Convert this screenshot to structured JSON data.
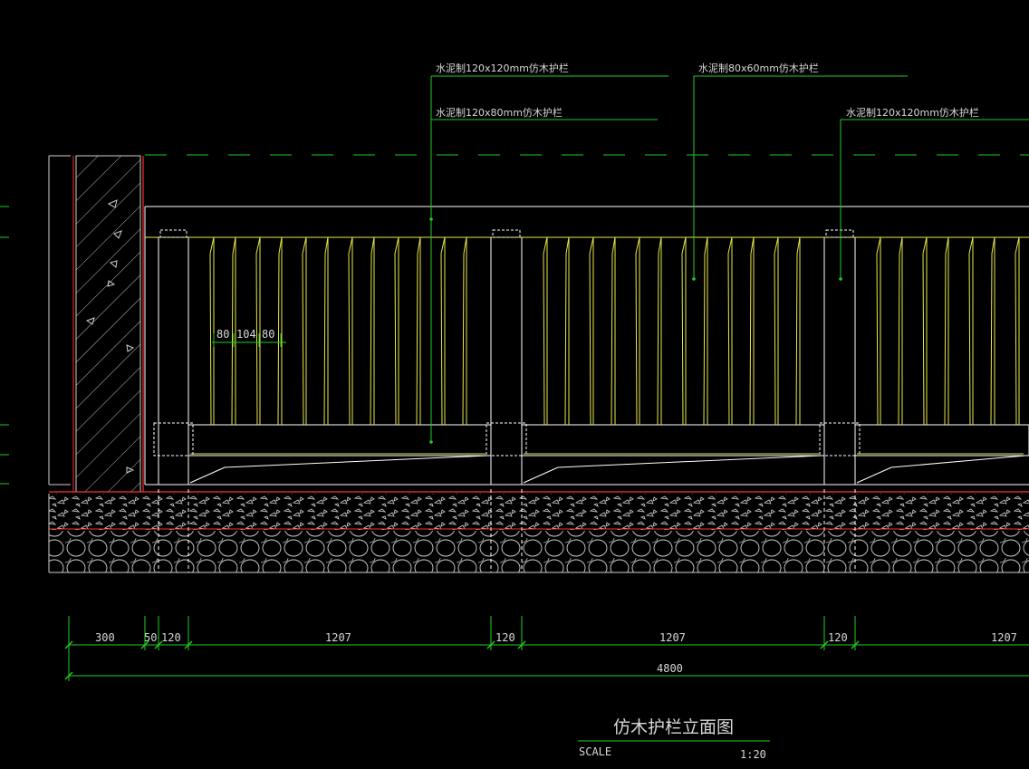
{
  "colors": {
    "background": "#000000",
    "rail": "#ffffff",
    "picket": "#e8e84a",
    "dimension": "#22cc22",
    "ground_line": "#ff3030",
    "wall": "#cfcfcf",
    "text": "#d8d8d8"
  },
  "callouts": [
    {
      "text": "水泥制120x120mm仿木护栏"
    },
    {
      "text": "水泥制120x80mm仿木护栏"
    },
    {
      "text": "水泥制80x60mm仿木护栏"
    },
    {
      "text": "水泥制120x120mm仿木护栏"
    }
  ],
  "detail_dims": [
    "80",
    "104",
    "80"
  ],
  "dimensions": {
    "segments": [
      "300",
      "50",
      "120",
      "1207",
      "120",
      "1207",
      "120",
      "1207"
    ],
    "total": "4800"
  },
  "title": {
    "main": "仿木护栏立面图",
    "scale_label": "SCALE",
    "scale_value": "1:20"
  }
}
